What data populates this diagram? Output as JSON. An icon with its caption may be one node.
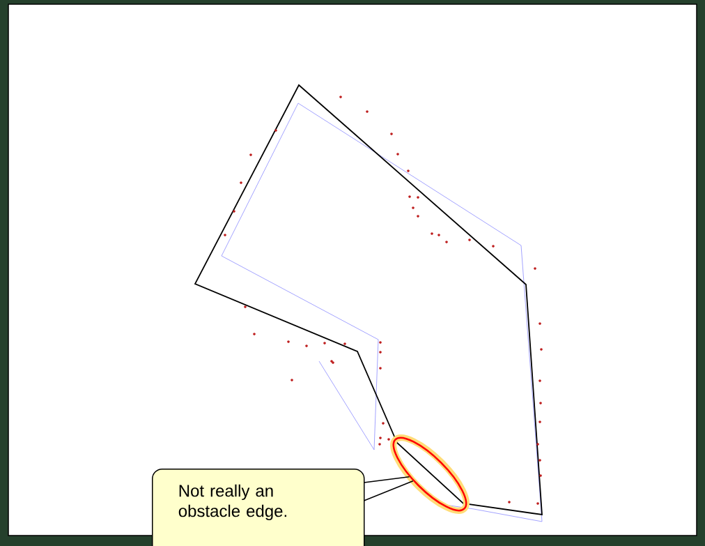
{
  "diagram": {
    "nodes": [
      {
        "text": [
          "Not really an obstacle edge."
        ]
      },
      {
        "text": [],
        "shape": "ellipse"
      }
    ],
    "edges": [
      {
        "from": 0,
        "to": 1,
        "arrow": "none"
      }
    ]
  }
}
